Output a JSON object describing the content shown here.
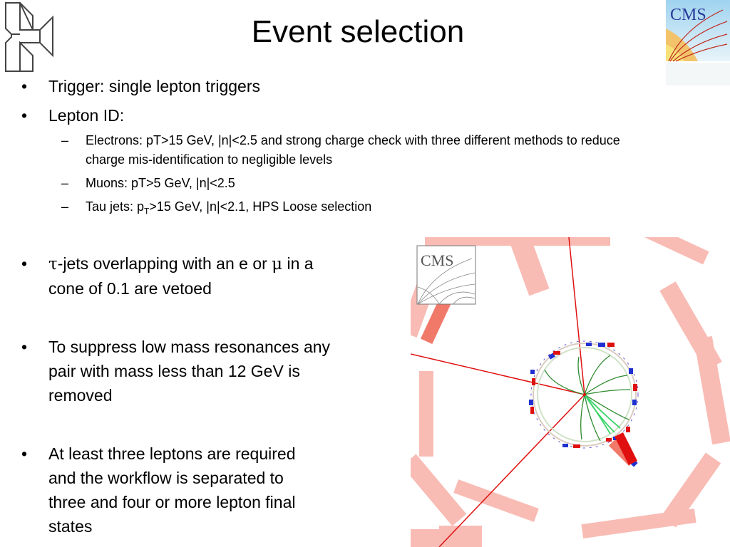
{
  "slide": {
    "title": "Event selection"
  },
  "logos": {
    "right_logo_text": "CMS",
    "event_logo_text": "CMS"
  },
  "bullets": {
    "trigger": "Trigger: single lepton triggers",
    "lepton_id": "Lepton ID:",
    "electrons": "Electrons: pT>15 GeV, |n|<2.5 and strong charge check with three different methods to reduce",
    "electrons_cont": "charge mis-identification to negligible levels",
    "muons": "Muons: pT>5 GeV, |n|<2.5",
    "tau_prefix": "Tau jets: p",
    "tau_sub": "T",
    "tau_suffix": ">15 GeV, |n|<2.1, HPS Loose selection",
    "overlap_tau": "τ",
    "overlap_a": "-jets overlapping with an e or ",
    "overlap_mu": "μ",
    "overlap_b": " in a",
    "overlap_line2": "cone of 0.1 are vetoed",
    "lowmass_1": "To suppress low mass resonances any",
    "lowmass_2": "pair with mass less than 12 GeV is",
    "lowmass_3": "removed",
    "leptons_1": "At least three leptons are required",
    "leptons_2": "and the workflow is separated to",
    "leptons_3": "three and four or more lepton final",
    "leptons_4": "states"
  },
  "colors": {
    "calo_pink": "#f7b0a8",
    "track_red": "#e01010",
    "track_green": "#2e8b2e",
    "muon_blue": "#2030d0"
  }
}
